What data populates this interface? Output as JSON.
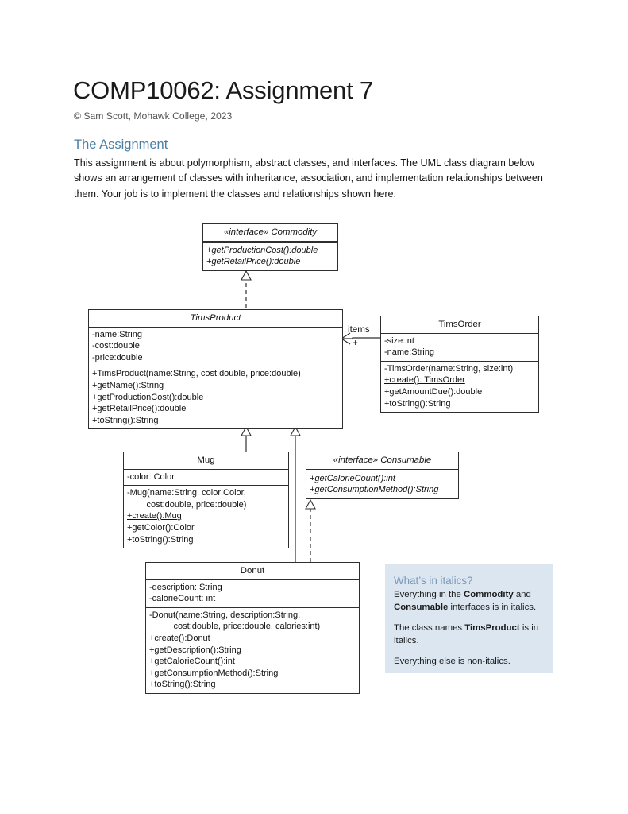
{
  "document": {
    "title": "COMP10062: Assignment 7",
    "copyright": "© Sam Scott, Mohawk College, 2023",
    "section_heading": "The Assignment",
    "intro_paragraph": "This assignment is about polymorphism, abstract classes, and interfaces. The UML class diagram below shows an arrangement of classes with inheritance, association, and implementation relationships between them. Your job is to implement the classes and relationships shown here."
  },
  "diagram": {
    "classes": {
      "commodity": {
        "name": "«interface» Commodity",
        "methods": [
          "+getProductionCost():double",
          "+getRetailPrice():double"
        ]
      },
      "tims_product": {
        "name": "TimsProduct",
        "attributes": [
          "-name:String",
          "-cost:double",
          "-price:double"
        ],
        "methods": [
          "+TimsProduct(name:String, cost:double, price:double)",
          "+getName():String",
          "+getProductionCost():double",
          "+getRetailPrice():double",
          "+toString():String"
        ]
      },
      "tims_order": {
        "name": "TimsOrder",
        "attributes": [
          "-size:int",
          "-name:String"
        ],
        "methods": [
          "-TimsOrder(name:String, size:int)",
          "+create(): TimsOrder",
          "+getAmountDue():double",
          "+toString():String"
        ],
        "static_methods": [
          "+create(): TimsOrder"
        ]
      },
      "mug": {
        "name": "Mug",
        "attributes": [
          "-color: Color"
        ],
        "methods": [
          "-Mug(name:String, color:Color,\n        cost:double, price:double)",
          "+create():Mug",
          "+getColor():Color",
          "+toString():String"
        ],
        "static_methods": [
          "+create():Mug"
        ]
      },
      "consumable": {
        "name": "«interface» Consumable",
        "methods": [
          "+getCalorieCount():int",
          "+getConsumptionMethod():String"
        ]
      },
      "donut": {
        "name": "Donut",
        "attributes": [
          "-description: String",
          "-calorieCount: int"
        ],
        "methods": [
          "-Donut(name:String, description:String,\n          cost:double, price:double, calories:int)",
          "+create():Donut",
          "+getDescription():String",
          "+getCalorieCount():int",
          "+getConsumptionMethod():String",
          "+toString():String"
        ],
        "static_methods": [
          "+create():Donut"
        ]
      }
    },
    "association": {
      "label": "items",
      "multiplicity": "+"
    }
  },
  "callout": {
    "title": "What’s in italics?",
    "line1_a": "Everything in the ",
    "line1_b": "Commodity",
    "line1_c": " and ",
    "line1_d": "Consumable",
    "line1_e": " interfaces is in italics.",
    "line2_a": "The class names ",
    "line2_b": "TimsProduct",
    "line2_c": " is in italics.",
    "line3": "Everything else is non-italics.",
    "background_color": "#DCE6F1",
    "title_color": "#7A98B8"
  },
  "colors": {
    "heading_blue": "#4A7FA5",
    "box_stroke": "#2e2e2e",
    "page_background": "#ffffff"
  }
}
